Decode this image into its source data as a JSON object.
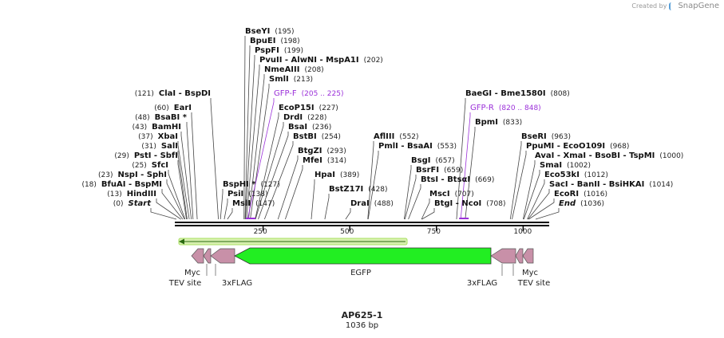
{
  "credit": {
    "prefix": "Created by",
    "brand": "SnapGene"
  },
  "plasmid": {
    "name": "AP625-1",
    "size_label": "1036 bp",
    "length": 1036
  },
  "ruler": {
    "ticks": [
      {
        "pos": 250,
        "label": "250"
      },
      {
        "pos": 500,
        "label": "500"
      },
      {
        "pos": 750,
        "label": "750"
      },
      {
        "pos": 1000,
        "label": "1000"
      }
    ]
  },
  "left_sites": [
    {
      "name": "Start",
      "pos": 0,
      "pos_label": "(0)",
      "italic": true
    },
    {
      "name": "HindIII",
      "pos": 13,
      "pos_label": "(13)"
    },
    {
      "name": "BfuAI - BspMI",
      "pos": 18,
      "pos_label": "(18)"
    },
    {
      "name": "NspI - SphI",
      "pos": 23,
      "pos_label": "(23)"
    },
    {
      "name": "SfcI",
      "pos": 25,
      "pos_label": "(25)"
    },
    {
      "name": "PstI - SbfI",
      "pos": 29,
      "pos_label": "(29)"
    },
    {
      "name": "SalI",
      "pos": 31,
      "pos_label": "(31)"
    },
    {
      "name": "XbaI",
      "pos": 37,
      "pos_label": "(37)"
    },
    {
      "name": "BamHI",
      "pos": 43,
      "pos_label": "(43)"
    },
    {
      "name": "BsaBI *",
      "pos": 48,
      "pos_label": "(48)"
    },
    {
      "name": "EarI",
      "pos": 60,
      "pos_label": "(60)"
    },
    {
      "name": "ClaI - BspDI",
      "pos": 121,
      "pos_label": "(121)"
    }
  ],
  "sites": [
    {
      "name": "BspHI *",
      "pos": 127,
      "pos_label": "(127)"
    },
    {
      "name": "PsiI",
      "pos": 138,
      "pos_label": "(138)"
    },
    {
      "name": "MslI",
      "pos": 147,
      "pos_label": "(147)"
    },
    {
      "name": "BseYI",
      "pos": 195,
      "pos_label": "(195)"
    },
    {
      "name": "BpuEI",
      "pos": 198,
      "pos_label": "(198)"
    },
    {
      "name": "PspFI",
      "pos": 199,
      "pos_label": "(199)"
    },
    {
      "name": "PvuII - AlwNI - MspA1I",
      "pos": 202,
      "pos_label": "(202)"
    },
    {
      "name": "NmeAIII",
      "pos": 208,
      "pos_label": "(208)"
    },
    {
      "name": "SmlI",
      "pos": 213,
      "pos_label": "(213)"
    },
    {
      "name": "GFP-F",
      "pos": 205,
      "pos_label": "(205 .. 225)",
      "primer": true
    },
    {
      "name": "EcoP15I",
      "pos": 227,
      "pos_label": "(227)"
    },
    {
      "name": "DrdI",
      "pos": 228,
      "pos_label": "(228)"
    },
    {
      "name": "BsaI",
      "pos": 236,
      "pos_label": "(236)"
    },
    {
      "name": "BstBI",
      "pos": 254,
      "pos_label": "(254)"
    },
    {
      "name": "BtgZI",
      "pos": 293,
      "pos_label": "(293)"
    },
    {
      "name": "MfeI",
      "pos": 314,
      "pos_label": "(314)"
    },
    {
      "name": "HpaI",
      "pos": 389,
      "pos_label": "(389)"
    },
    {
      "name": "BstZ17I",
      "pos": 428,
      "pos_label": "(428)"
    },
    {
      "name": "DraI",
      "pos": 488,
      "pos_label": "(488)"
    },
    {
      "name": "AflIII",
      "pos": 552,
      "pos_label": "(552)"
    },
    {
      "name": "PmlI - BsaAI",
      "pos": 553,
      "pos_label": "(553)"
    },
    {
      "name": "BsgI",
      "pos": 657,
      "pos_label": "(657)"
    },
    {
      "name": "BsrFI",
      "pos": 659,
      "pos_label": "(659)"
    },
    {
      "name": "BtsI - BtsαI",
      "pos": 669,
      "pos_label": "(669)"
    },
    {
      "name": "MscI",
      "pos": 707,
      "pos_label": "(707)"
    },
    {
      "name": "BtgI - NcoI",
      "pos": 708,
      "pos_label": "(708)"
    },
    {
      "name": "BaeGI - Bme1580I",
      "pos": 808,
      "pos_label": "(808)"
    },
    {
      "name": "GFP-R",
      "pos": 820,
      "pos_label": "(820 .. 848)",
      "primer": true
    },
    {
      "name": "BpmI",
      "pos": 833,
      "pos_label": "(833)"
    },
    {
      "name": "BseRI",
      "pos": 963,
      "pos_label": "(963)"
    },
    {
      "name": "PpuMI - EcoO109I",
      "pos": 968,
      "pos_label": "(968)"
    },
    {
      "name": "AvaI - XmaI - BsoBI - TspMI",
      "pos": 1000,
      "pos_label": "(1000)"
    },
    {
      "name": "SmaI",
      "pos": 1002,
      "pos_label": "(1002)"
    },
    {
      "name": "Eco53kI",
      "pos": 1012,
      "pos_label": "(1012)"
    },
    {
      "name": "SacI - BanII - BsiHKAI",
      "pos": 1014,
      "pos_label": "(1014)"
    },
    {
      "name": "EcoRI",
      "pos": 1016,
      "pos_label": "(1016)"
    },
    {
      "name": "End",
      "pos": 1036,
      "pos_label": "(1036)",
      "italic": true
    }
  ],
  "features": {
    "orf_arrow": {
      "start": 10,
      "end": 650,
      "direction": "left"
    },
    "left_label_tev": "TEV site",
    "left_label_myc": "Myc",
    "left_label_flag": "3xFLAG",
    "egfp_label": "EGFP",
    "right_label_flag": "3xFLAG",
    "right_label_myc": "Myc",
    "right_label_tev": "TEV site"
  },
  "colors": {
    "egfp": "#22ee22",
    "tag": "#c890a8",
    "orf": "#a8e060",
    "primer": "#9b30d9",
    "backbone": "#000000"
  }
}
